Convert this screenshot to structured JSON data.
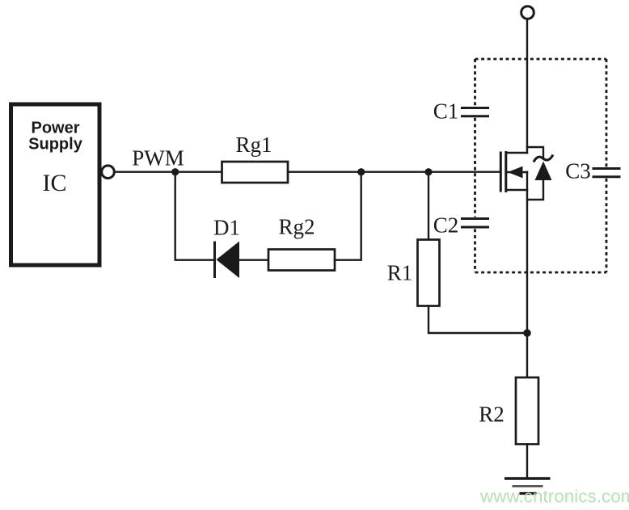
{
  "colors": {
    "ink": "#1a1a1a",
    "background": "#ffffff",
    "watermark": "#b4dfb0",
    "ground_mid": "#5a5a5a"
  },
  "ic_block": {
    "line1": "Power",
    "line2": "Supply",
    "line3": "IC"
  },
  "labels": {
    "pwm": "PWM",
    "rg1": "Rg1",
    "d1": "D1",
    "rg2": "Rg2",
    "r1": "R1",
    "r2": "R2",
    "c1": "C1",
    "c2": "C2",
    "c3": "C3"
  },
  "watermark": {
    "text": "www.cntronics.com"
  }
}
